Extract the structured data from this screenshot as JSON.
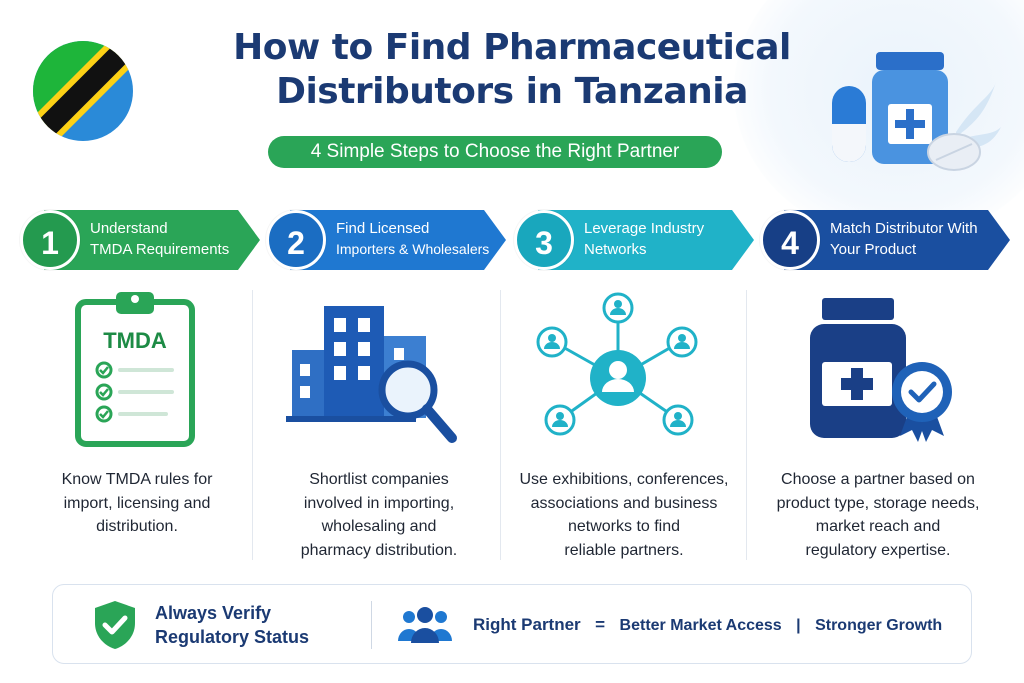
{
  "header": {
    "title_line1": "How to Find Pharmaceutical",
    "title_line2": "Distributors in Tanzania",
    "subtitle": "4 Simple Steps to Choose the Right Partner"
  },
  "flag": {
    "colors": {
      "green": "#1eb53a",
      "blue": "#2a8ad8",
      "black": "#111111",
      "yellow": "#fcd116"
    }
  },
  "steps": [
    {
      "number": "1",
      "label_line1": "Understand",
      "label_line2": "TMDA Requirements",
      "color": "#2aa557",
      "icon": "clipboard-checklist-icon",
      "icon_text": "TMDA",
      "desc_line1": "Know TMDA rules for",
      "desc_line2": "import, licensing and",
      "desc_line3": "distribution."
    },
    {
      "number": "2",
      "label_line1": "Find Licensed",
      "label_line2": "Importers & Wholesalers",
      "color": "#1f78d1",
      "icon": "building-search-icon",
      "desc_line1": "Shortlist companies",
      "desc_line2": "involved in importing,",
      "desc_line3": "wholesaling and",
      "desc_line4": "pharmacy distribution."
    },
    {
      "number": "3",
      "label_line1": "Leverage Industry",
      "label_line2": "Networks",
      "color": "#20b2c8",
      "icon": "network-people-icon",
      "desc_line1": "Use exhibitions, conferences,",
      "desc_line2": "associations and business",
      "desc_line3": "networks to find",
      "desc_line4": "reliable partners."
    },
    {
      "number": "4",
      "label_line1": "Match Distributor With",
      "label_line2": "Your Product",
      "color": "#1a4fa0",
      "icon": "medicine-bottle-badge-icon",
      "desc_line1": "Choose a partner based on",
      "desc_line2": "product type, storage needs,",
      "desc_line3": "market reach and",
      "desc_line4": "regulatory expertise."
    }
  ],
  "footer": {
    "verify_line1": "Always Verify",
    "verify_line2": "Regulatory Status",
    "right_partner": "Right Partner",
    "equals": "=",
    "better_access": "Better Market Access",
    "bar": "|",
    "growth": "Stronger Growth"
  }
}
